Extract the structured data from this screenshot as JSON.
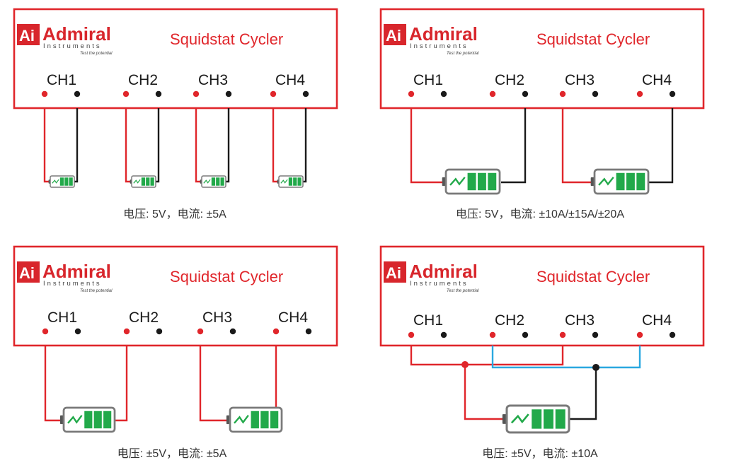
{
  "colors": {
    "frame": "#e0262b",
    "positive_lead": "#e0262b",
    "negative_lead": "#1a1a1a",
    "parallel_negative_bus": "#2aa8e0",
    "battery_cell": "#22a94a",
    "battery_outline": "#7a7a7a",
    "logo_red": "#d8262c",
    "caption_text": "#333333"
  },
  "device": {
    "brand": "Admiral",
    "brand_sub": "Instruments",
    "tagline": "Test the potential",
    "logo_mark": "Ai",
    "model": "Squidstat Cycler",
    "channels": [
      "CH1",
      "CH2",
      "CH3",
      "CH4"
    ]
  },
  "panels": [
    {
      "id": "independent-4-cells",
      "caption": "电压: 5V，电流: ±5A"
    },
    {
      "id": "paired-2-cells",
      "caption": "电压: 5V，电流: ±10A/±15A/±20A"
    },
    {
      "id": "bipolar-2-cells",
      "caption": "电压: ±5V，电流: ±5A"
    },
    {
      "id": "parallel-1-cell",
      "caption": "电压: ±5V，电流: ±10A"
    }
  ],
  "icons": {
    "battery": "battery-icon",
    "charge_wave": "charge-wave-icon",
    "positive_terminal": "red-dot-terminal",
    "negative_terminal": "black-dot-terminal"
  }
}
